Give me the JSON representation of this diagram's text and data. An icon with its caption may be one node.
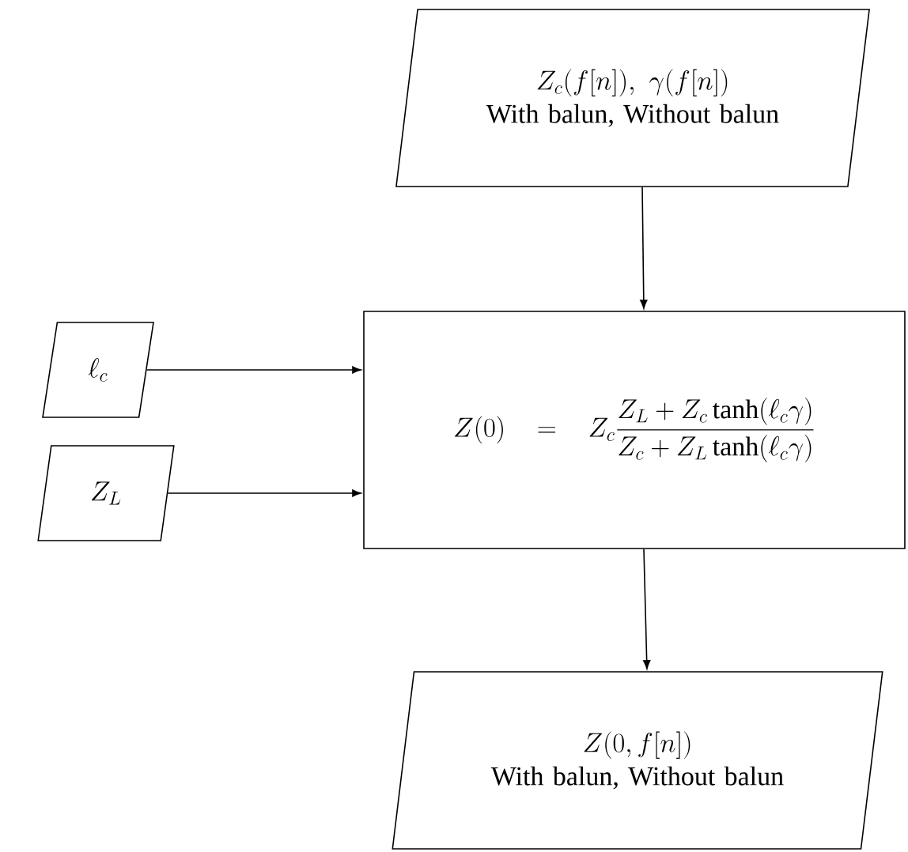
{
  "diagram": {
    "nodes": [
      {
        "text": [
          "Z_c(f[n]),\\ \\gamma(f[n])",
          "With balun, Without balun"
        ]
      },
      {
        "text": [
          "\\ell_c"
        ]
      },
      {
        "text": [
          "Z_L"
        ]
      },
      {
        "text": [
          "Z(0) \\;=\\; Z_c\\dfrac{Z_L + Z_c\\tanh(\\ell_c\\gamma)}{Z_c + Z_L\\tanh(\\ell_c\\gamma)}"
        ]
      },
      {
        "text": [
          "Z(0, f[n])",
          "With balun, Without balun"
        ]
      }
    ],
    "edges": [
      {
        "from": 0,
        "to": 3,
        "arrow": "to"
      },
      {
        "from": 1,
        "to": 3,
        "arrow": "to"
      },
      {
        "from": 2,
        "to": 3,
        "arrow": "to"
      },
      {
        "from": 3,
        "to": 4,
        "arrow": "to"
      }
    ]
  }
}
